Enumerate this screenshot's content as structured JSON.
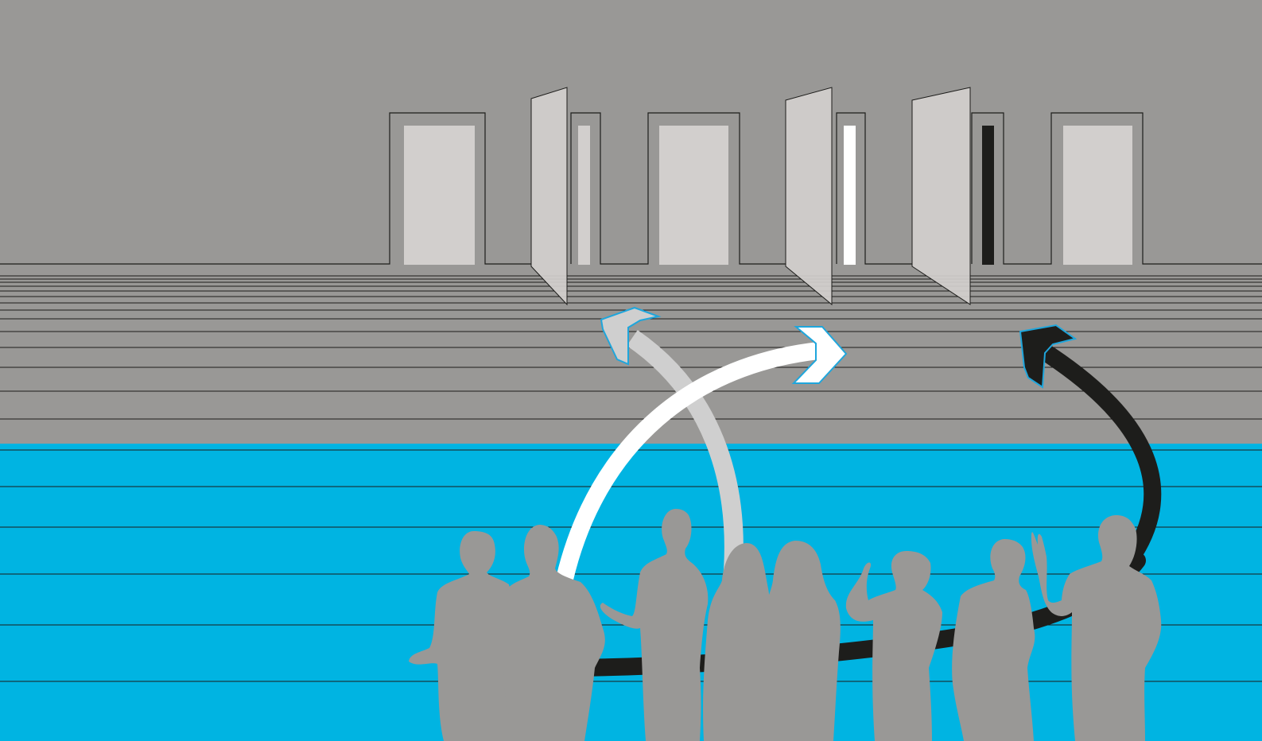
{
  "colors": {
    "wall": "#999896",
    "floor_blue": "#00b4e2",
    "door_panel": "#d2cfcd",
    "line": "#1d1d1b",
    "silhouette": "#999896",
    "arrow_white": "#ffffff",
    "arrow_grey": "#cfcfcf",
    "arrow_black": "#1d1d1b",
    "arrow_outline": "#1fa6dc"
  },
  "scene": {
    "doors": [
      {
        "name": "door-closed-1",
        "state": "closed",
        "slot_color": "light-grey"
      },
      {
        "name": "door-open-grey",
        "state": "open",
        "slot_color": "light-grey"
      },
      {
        "name": "door-closed-2",
        "state": "closed",
        "slot_color": "light-grey"
      },
      {
        "name": "door-open-white",
        "state": "open",
        "slot_color": "white"
      },
      {
        "name": "door-open-black",
        "state": "open",
        "slot_color": "black"
      },
      {
        "name": "door-closed-3",
        "state": "closed",
        "slot_color": "light-grey"
      }
    ],
    "arrows": [
      {
        "name": "grey-arrow-icon",
        "color": "light-grey",
        "target": "door-open-grey"
      },
      {
        "name": "white-arrow-icon",
        "color": "white",
        "target": "door-open-white"
      },
      {
        "name": "black-arrow-icon",
        "color": "black",
        "target": "door-open-black"
      }
    ],
    "people_count": 8
  }
}
